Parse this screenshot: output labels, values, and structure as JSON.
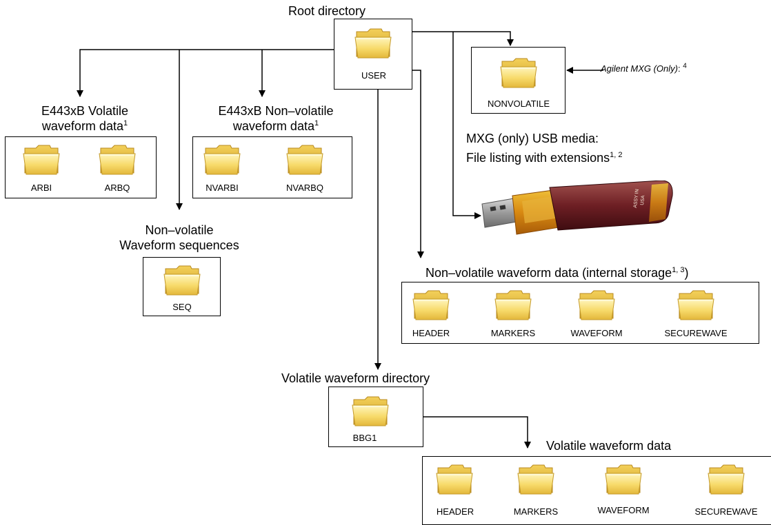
{
  "colors": {
    "line": "#000000",
    "folder_light": "#fff4b0",
    "folder_mid": "#f6d865",
    "folder_dark": "#d2a52a"
  },
  "root": {
    "title": "Root directory",
    "folder": "USER"
  },
  "nonvolatile": {
    "folder": "NONVOLATILE",
    "note_main": "Agilent MXG (Only)",
    "note_tail": ":",
    "note_sup": "4"
  },
  "usb": {
    "line1": "MXG (only) USB media:",
    "line2": "File listing with extensions",
    "line2_sup": "1, 2",
    "stick_text1": "ASSY IN",
    "stick_text2": "USA"
  },
  "e443_volatile": {
    "title1": "E443xB Volatile",
    "title2": "waveform data",
    "title2_sup": "1",
    "folders": [
      "ARBI",
      "ARBQ"
    ]
  },
  "e443_nonvolatile": {
    "title1": "E443xB Non–volatile",
    "title2": "waveform data",
    "title2_sup": "1",
    "folders": [
      "NVARBI",
      "NVARBQ"
    ]
  },
  "sequences": {
    "title1": "Non–volatile",
    "title2": "Waveform sequences",
    "folder": "SEQ"
  },
  "internal": {
    "title": "Non–volatile waveform data (internal storage",
    "title_sup": "1, 3",
    "title_tail": ")",
    "folders": [
      "HEADER",
      "MARKERS",
      "WAVEFORM",
      "SECUREWAVE"
    ]
  },
  "volatile_dir": {
    "title": "Volatile waveform directory",
    "folder": "BBG1"
  },
  "volatile_data": {
    "title": "Volatile waveform data",
    "folders": [
      "HEADER",
      "MARKERS",
      "WAVEFORM",
      "SECUREWAVE"
    ]
  }
}
